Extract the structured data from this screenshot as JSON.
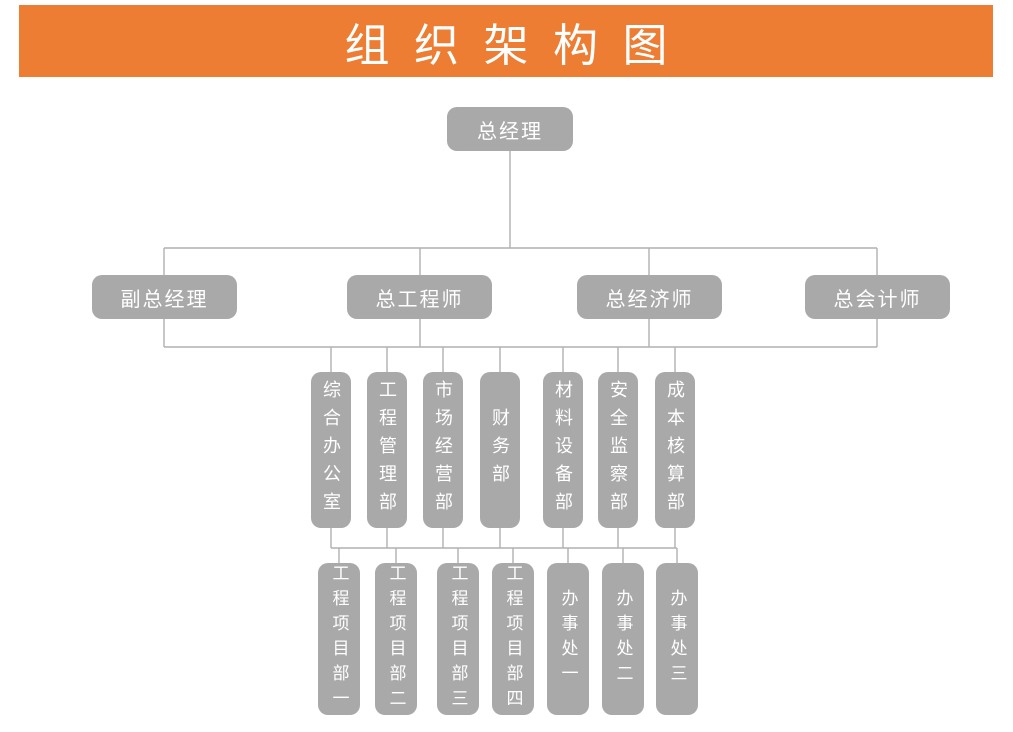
{
  "title": "组 织 架 构 图",
  "colors": {
    "banner_orange": "#EC7D33",
    "node_gray": "#A9A9A9",
    "connector_gray": "#B1B1B1",
    "node_text_white": "#FFFFFF"
  },
  "org": {
    "root": {
      "label": "总经理"
    },
    "executives": [
      {
        "label": "副总经理"
      },
      {
        "label": "总工程师"
      },
      {
        "label": "总经济师"
      },
      {
        "label": "总会计师"
      }
    ],
    "departments": [
      {
        "label": "综合办公室"
      },
      {
        "label": "工程管理部"
      },
      {
        "label": "市场经营部"
      },
      {
        "label": "财务部"
      },
      {
        "label": "材料设备部"
      },
      {
        "label": "安全监察部"
      },
      {
        "label": "成本核算部"
      }
    ],
    "units": [
      {
        "label": "工程项目部一"
      },
      {
        "label": "工程项目部二"
      },
      {
        "label": "工程项目部三"
      },
      {
        "label": "工程项目部四"
      },
      {
        "label": "办事处一"
      },
      {
        "label": "办事处二"
      },
      {
        "label": "办事处三"
      }
    ]
  }
}
